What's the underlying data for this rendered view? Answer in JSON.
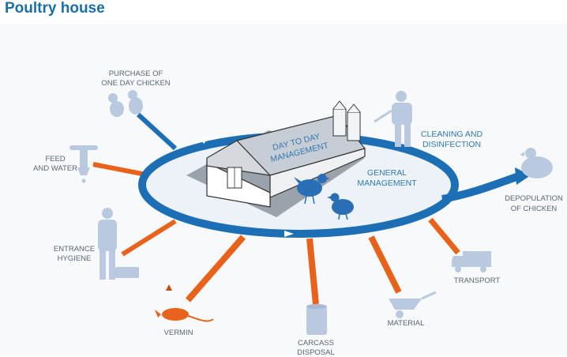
{
  "title": "Poultry house",
  "colors": {
    "ring": "#1d6fb5",
    "arrow_in": "#e8621b",
    "figure": "#b9c9e0",
    "chicken": "#2a6fb5",
    "text_grey": "#5a6673",
    "text_blue": "#2e79b5"
  },
  "center": {
    "day_to_day_line1": "DAY TO DAY",
    "day_to_day_line2": "MANAGEMENT",
    "general_line1": "GENERAL",
    "general_line2": "MANAGEMENT"
  },
  "labels": {
    "purchase_line1": "PURCHASE OF",
    "purchase_line2": "ONE DAY CHICKEN",
    "feed_line1": "FEED",
    "feed_line2": "AND WATER",
    "entrance_line1": "ENTRANCE",
    "entrance_line2": "HYGIENE",
    "vermin": "VERMIN",
    "carcass_line1": "CARCASS",
    "carcass_line2": "DISPOSAL",
    "material": "MATERIAL",
    "transport": "TRANSPORT",
    "depop_line1": "DEPOPULATION",
    "depop_line2": "OF CHICKEN",
    "cleaning_line1": "CLEANING AND",
    "cleaning_line2": "DISINFECTION"
  }
}
